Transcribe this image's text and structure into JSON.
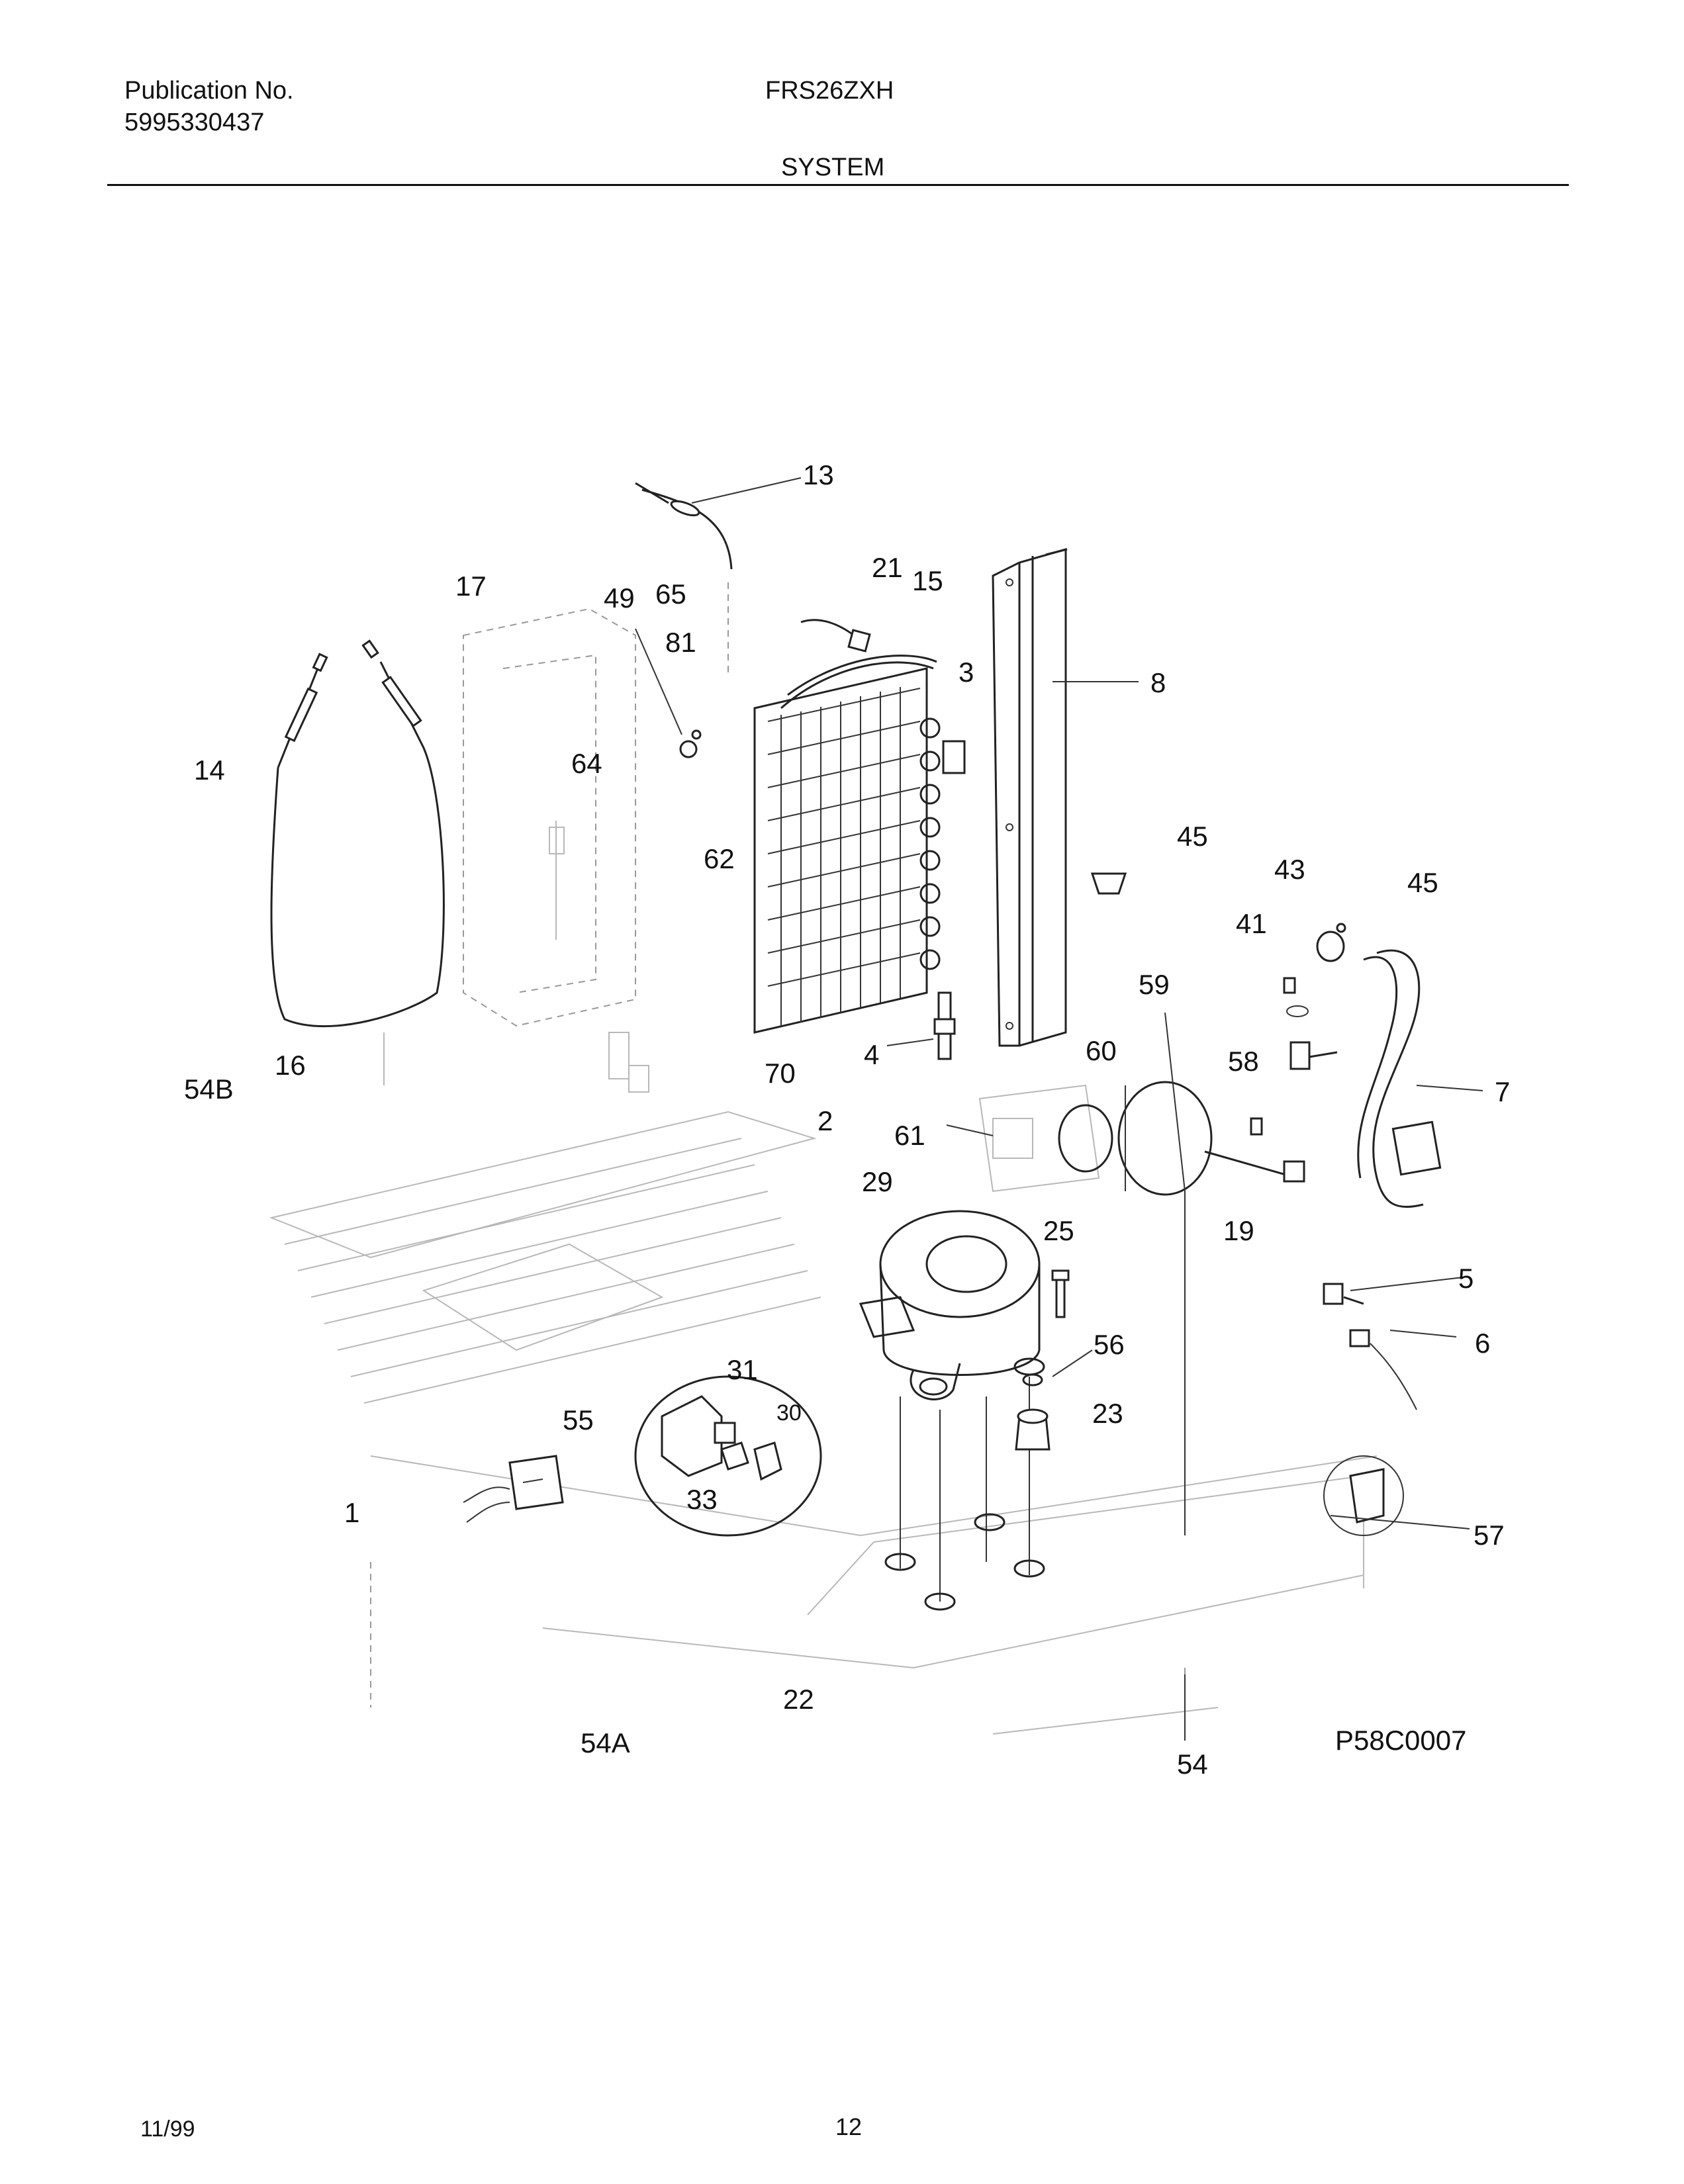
{
  "header": {
    "publication_label": "Publication No.",
    "publication_number": "5995330437",
    "model": "FRS26ZXH",
    "section": "SYSTEM"
  },
  "footer": {
    "date": "11/99",
    "page": "12"
  },
  "diagram": {
    "code": "P58C0007",
    "callouts": [
      "13",
      "17",
      "49",
      "65",
      "21",
      "15",
      "81",
      "3",
      "8",
      "14",
      "64",
      "62",
      "45",
      "43",
      "45",
      "41",
      "59",
      "54B",
      "16",
      "70",
      "4",
      "60",
      "58",
      "7",
      "2",
      "61",
      "29",
      "25",
      "19",
      "5",
      "56",
      "6",
      "31",
      "55",
      "30",
      "23",
      "1",
      "33",
      "57",
      "22",
      "54A",
      "54"
    ]
  }
}
